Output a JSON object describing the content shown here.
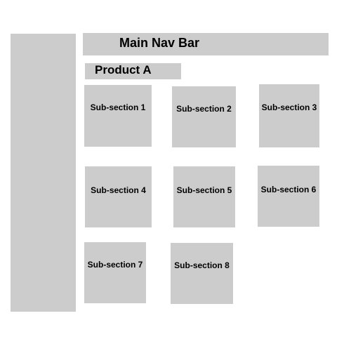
{
  "nav": {
    "title": "Main Nav Bar"
  },
  "product": {
    "title": "Product A"
  },
  "subsections": [
    {
      "label": "Sub-section 1"
    },
    {
      "label": "Sub-section 2"
    },
    {
      "label": "Sub-section 3"
    },
    {
      "label": "Sub-section 4"
    },
    {
      "label": "Sub-section 5"
    },
    {
      "label": "Sub-section 6"
    },
    {
      "label": "Sub-section 7"
    },
    {
      "label": "Sub-section 8"
    }
  ],
  "colors": {
    "block": "#cccccc",
    "background": "#ffffff",
    "text": "#000000"
  }
}
